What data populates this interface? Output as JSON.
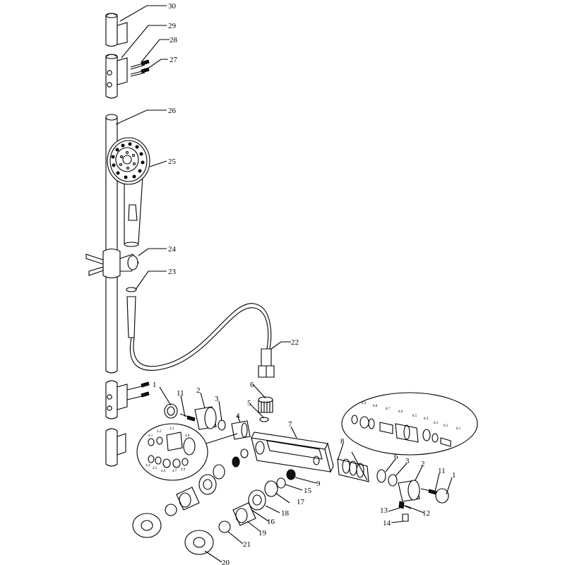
{
  "callouts": {
    "c30": "30",
    "c29": "29",
    "c28": "28",
    "c27": "27",
    "c26": "26",
    "c25": "25",
    "c24": "24",
    "c23": "23",
    "c22": "22",
    "c1L": "1",
    "c11L": "11",
    "c2L": "2",
    "c3L": "3",
    "c4L": "4",
    "c6": "6",
    "c5": "5",
    "c7": "7",
    "c8": "8",
    "c9": "9",
    "c15": "15",
    "c16": "16",
    "c17": "17",
    "c18": "18",
    "c19": "19",
    "c20": "20",
    "c21": "21",
    "c6R": "6",
    "c3R": "3",
    "c2R": "2",
    "c11R": "11",
    "c1R": "1",
    "c12": "12",
    "c13": "13",
    "c14": "14"
  },
  "detail_left": {
    "s41": "4.1",
    "s42": "4.2",
    "s43": "4.3",
    "s44": "4.4",
    "s45": "4.5",
    "s46": "4.6",
    "s47": "4.7",
    "s48": "4.8",
    "s49": "4.9"
  },
  "detail_right": {
    "s81": "8.1",
    "s82": "8.2",
    "s83": "8.3",
    "s84": "8.4",
    "s85": "8.5",
    "s86": "8.6",
    "s87": "8.7",
    "s88": "8.8",
    "s89": "8.9"
  }
}
